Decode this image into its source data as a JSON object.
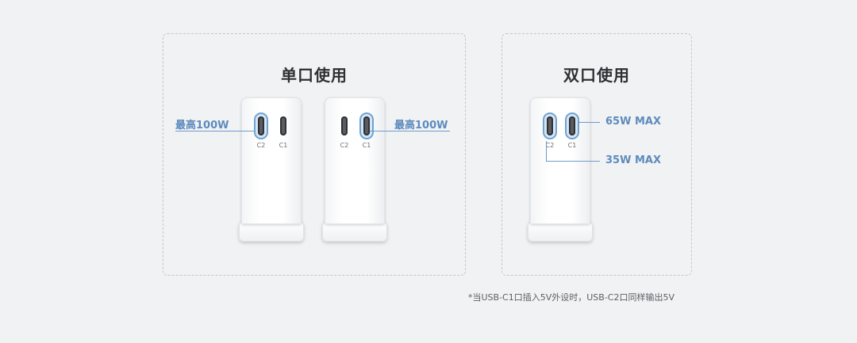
{
  "single": {
    "title": "单口使用",
    "callout_left": "最高100W",
    "callout_right": "最高100W"
  },
  "dual": {
    "title": "双口使用",
    "callout_top": "65W MAX",
    "callout_bottom": "35W MAX"
  },
  "ports": {
    "c2": "C2",
    "c1": "C1"
  },
  "footnote": "*当USB-C1口插入5V外设时，USB-C2口同样输出5V",
  "colors": {
    "accent": "#5d8bbd",
    "background": "#f1f2f4"
  }
}
